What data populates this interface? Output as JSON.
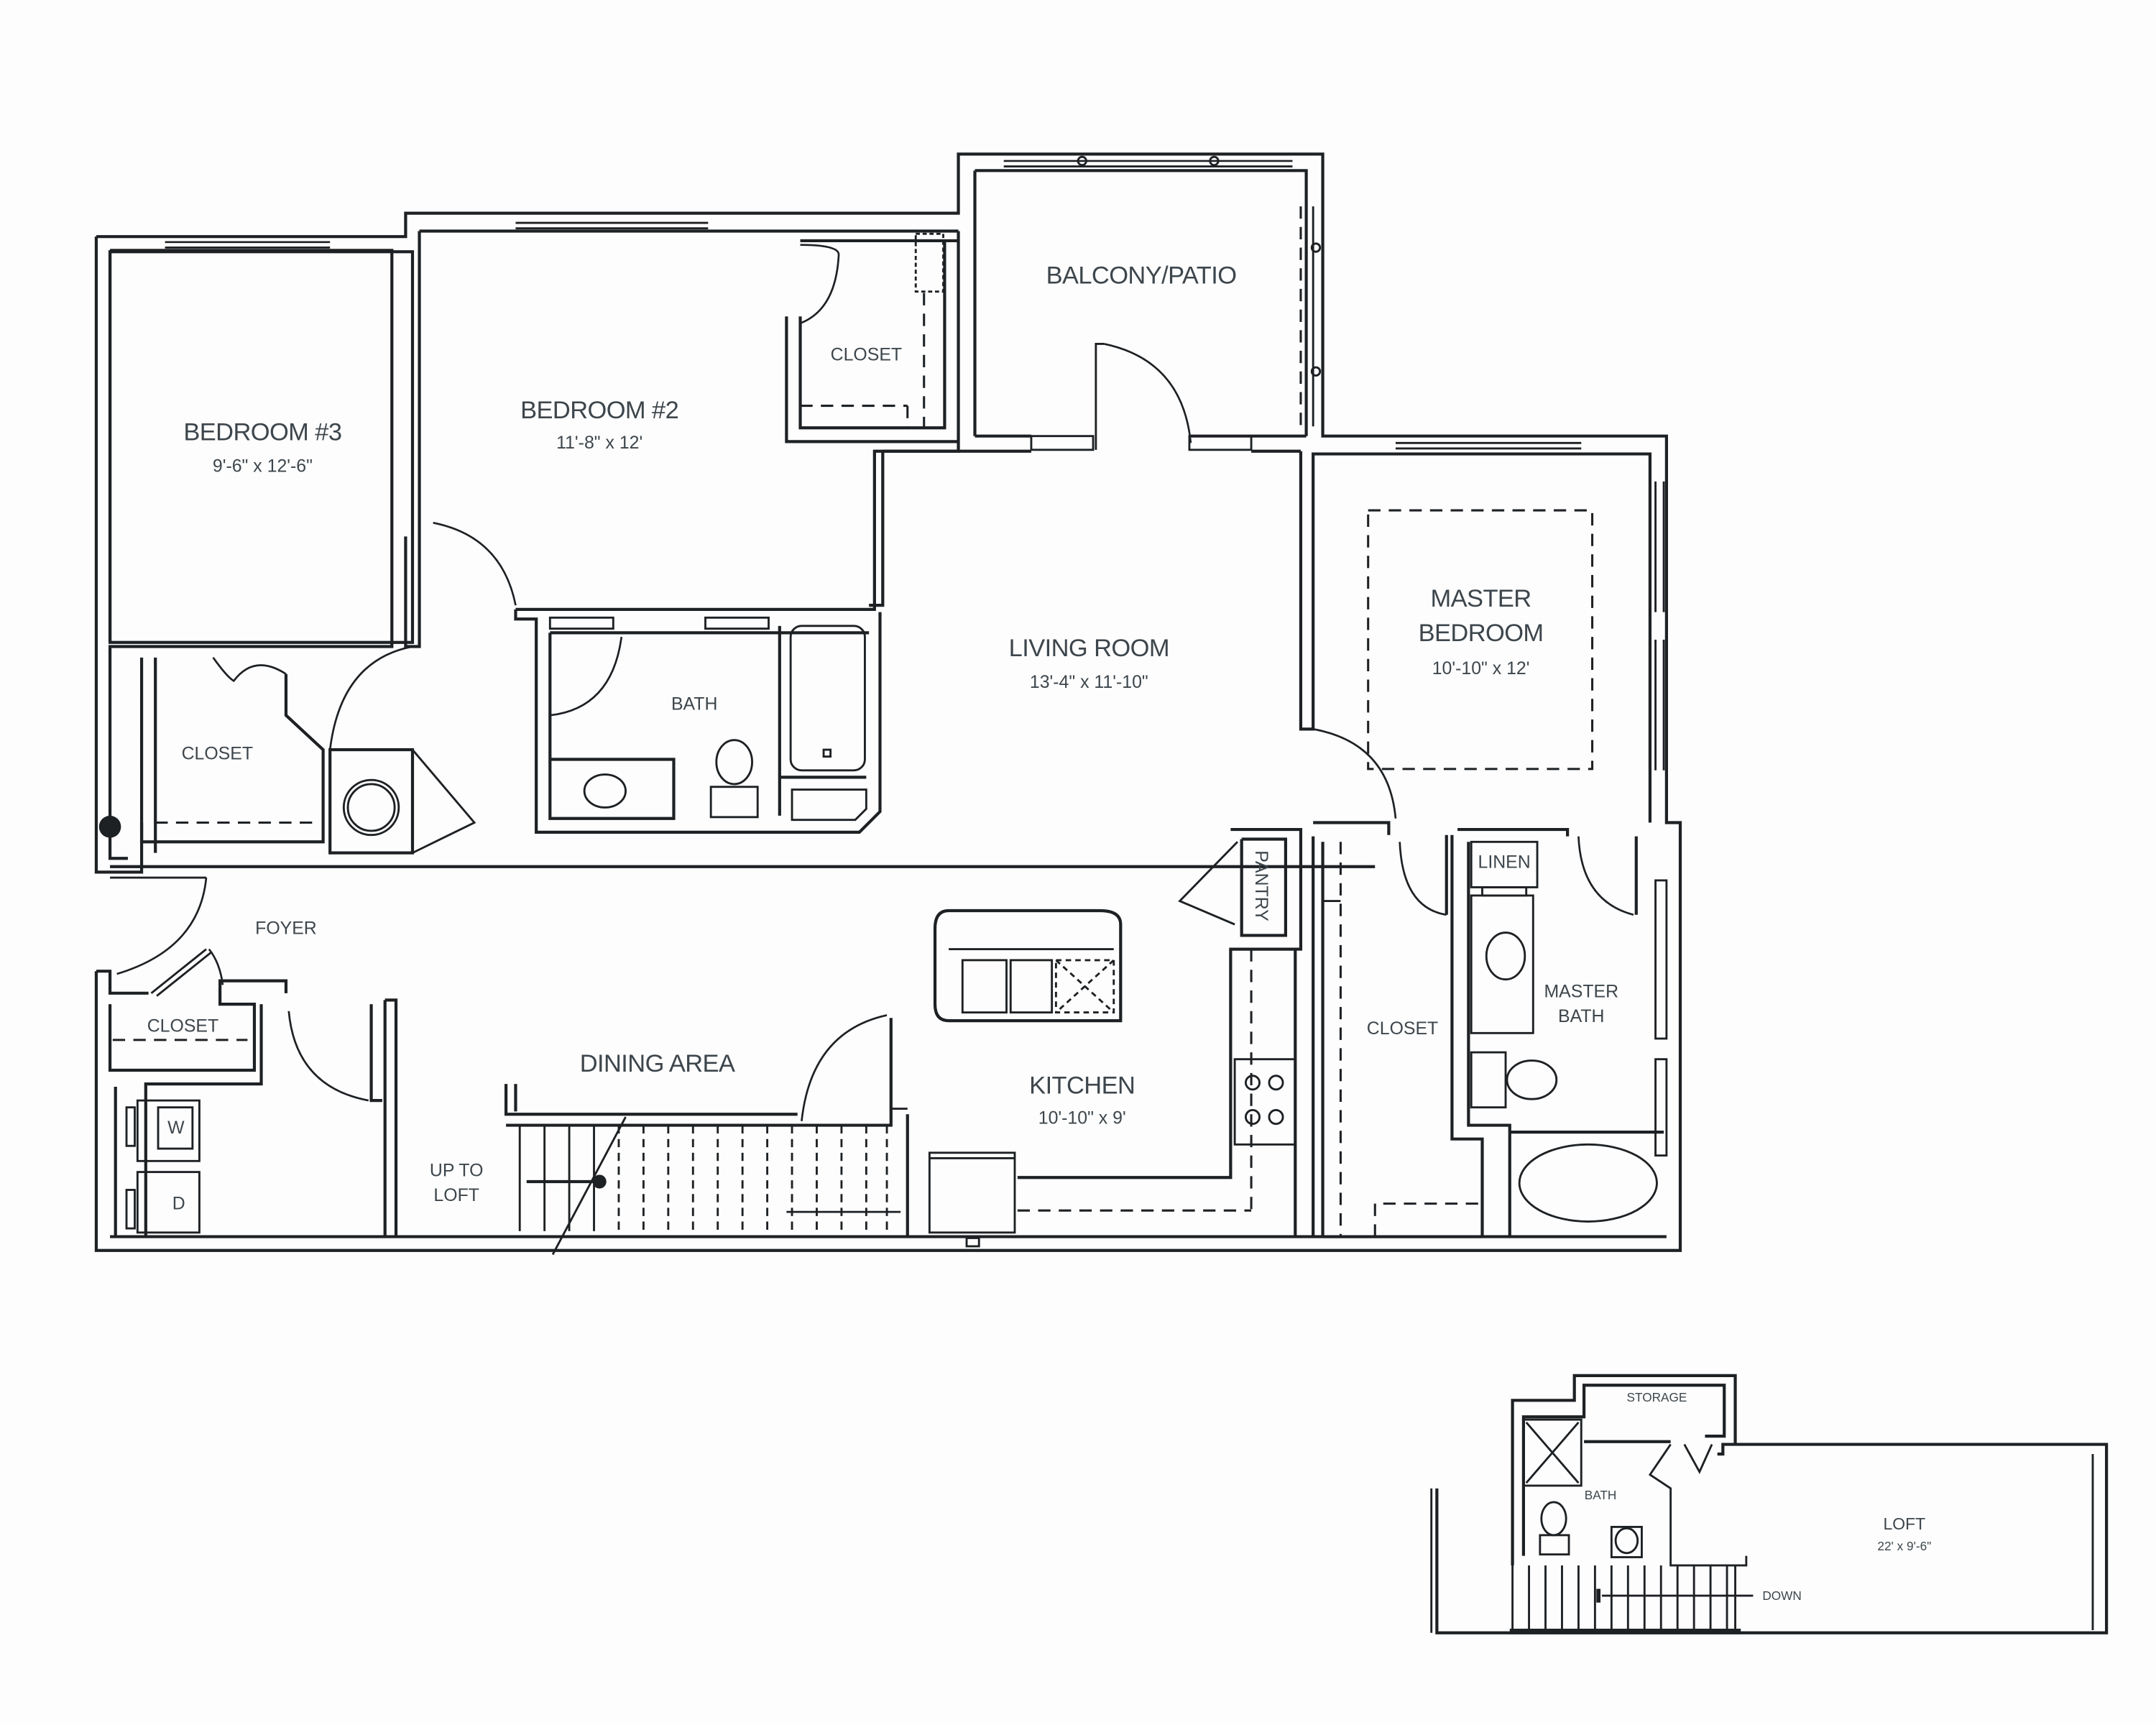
{
  "floor_plan": {
    "main_level": {
      "rooms": [
        {
          "id": "bedroom3",
          "name": "BEDROOM #3",
          "size": "9'-6\" x 12'-6\""
        },
        {
          "id": "bedroom2",
          "name": "BEDROOM #2",
          "size": "11'-8\" x 12'"
        },
        {
          "id": "balcony",
          "name": "BALCONY/PATIO"
        },
        {
          "id": "closet_bed2",
          "name": "CLOSET"
        },
        {
          "id": "living",
          "name": "LIVING ROOM",
          "size": "13'-4\" x 11'-10\""
        },
        {
          "id": "master",
          "name_line1": "MASTER",
          "name_line2": "BEDROOM",
          "size": "10'-10\" x 12'"
        },
        {
          "id": "bath",
          "name": "BATH"
        },
        {
          "id": "closet_bed3",
          "name": "CLOSET"
        },
        {
          "id": "foyer",
          "name": "FOYER"
        },
        {
          "id": "closet_foyer",
          "name": "CLOSET"
        },
        {
          "id": "dining",
          "name": "DINING AREA"
        },
        {
          "id": "stairs",
          "name_line1": "UP TO",
          "name_line2": "LOFT"
        },
        {
          "id": "kitchen",
          "name": "KITCHEN",
          "size": "10'-10\" x 9'"
        },
        {
          "id": "pantry",
          "name": "PANTRY"
        },
        {
          "id": "closet_master",
          "name": "CLOSET"
        },
        {
          "id": "linen",
          "name": "LINEN"
        },
        {
          "id": "master_bath",
          "name_line1": "MASTER",
          "name_line2": "BATH"
        }
      ],
      "appliances": {
        "washer": "W",
        "dryer": "D"
      }
    },
    "loft_level": {
      "rooms": [
        {
          "id": "storage",
          "name": "STORAGE"
        },
        {
          "id": "loft_bath",
          "name": "BATH"
        },
        {
          "id": "loft",
          "name": "LOFT",
          "size": "22' x 9'-6\""
        }
      ],
      "stair_label": "DOWN"
    }
  }
}
